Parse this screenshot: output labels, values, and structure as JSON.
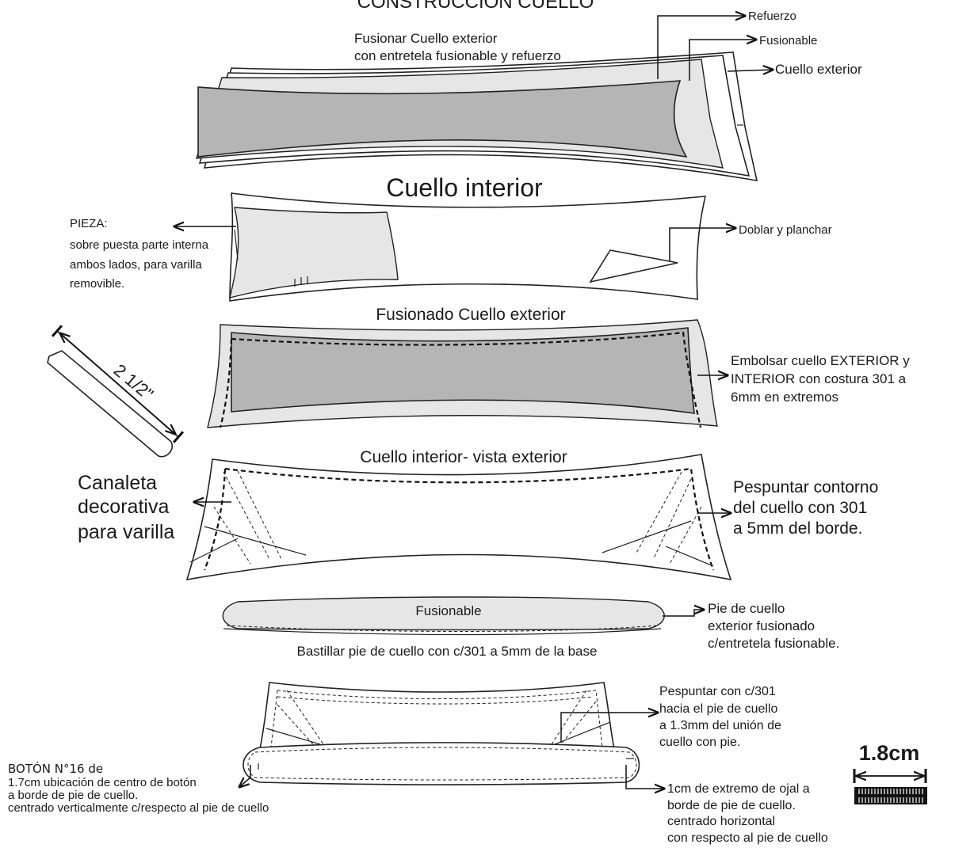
{
  "title": "CONSTRUCCIÓN CUELLO",
  "section1": {
    "instruction_line1": "Fusionar Cuello exterior",
    "instruction_line2": "con  entretela fusionable y refuerzo",
    "label_refuerzo": "Refuerzo",
    "label_fusionable": "Fusionable",
    "label_cuello_exterior": "Cuello exterior"
  },
  "section2": {
    "heading": "Cuello interior",
    "pieza_lines": [
      "PIEZA:",
      "sobre puesta parte interna",
      "ambos lados, para varilla",
      "removible."
    ],
    "label_doblar": "Doblar y planchar"
  },
  "section3": {
    "heading": "Fusionado Cuello exterior",
    "stay_measure": "2 1/2\"",
    "embolsar_lines": [
      "Embolsar cuello EXTERIOR y",
      "INTERIOR con costura 301 a",
      "6mm en extremos"
    ]
  },
  "section4": {
    "heading": "Cuello interior- vista exterior",
    "canaleta_lines": [
      "Canaleta",
      "decorativa",
      "para varilla"
    ],
    "pespuntar_lines": [
      "Pespuntar  contorno",
      "del cuello con 301",
      "a 5mm del borde."
    ]
  },
  "section5": {
    "band_label": "Fusionable",
    "caption": "Bastillar pie de cuello con c/301 a 5mm de la base",
    "pie_lines": [
      "Pie de cuello",
      "exterior fusionado",
      "c/entretela fusionable."
    ]
  },
  "section6": {
    "pespuntar_lines": [
      "Pespuntar con c/301",
      "hacia el pie de cuello",
      "a 1.3mm del unión de",
      "cuello con pie."
    ],
    "boton_lines": [
      "BOTÓN N°16 de",
      "1.7cm ubicación de centro de botón",
      "a borde de pie de cuello.",
      "centrado verticalmente c/respecto al pie de cuello"
    ],
    "ojal_lines": [
      "1cm de extremo de ojal a",
      "borde de pie de cuello.",
      "centrado horizontal",
      "con respecto al pie de cuello"
    ],
    "buttonhole_size": "1.8cm"
  }
}
